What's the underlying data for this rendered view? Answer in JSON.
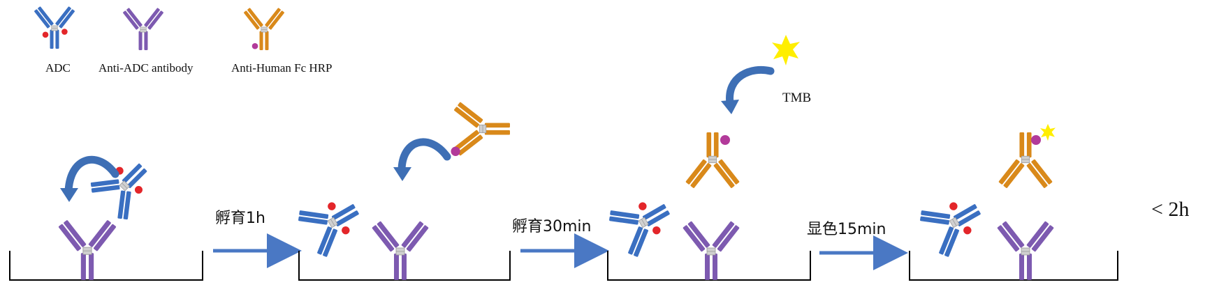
{
  "legend": {
    "adc": "ADC",
    "anti_adc": "Anti-ADC antibody",
    "anti_human": "Anti-Human  Fc HRP"
  },
  "steps": {
    "step1": "孵育1h",
    "step2": "孵育30min",
    "step3": "显色15min"
  },
  "substrate": "TMB",
  "total_time": "< 2h",
  "colors": {
    "adc": "#3a6fc1",
    "anti_adc": "#7d5ab0",
    "anti_human": "#d9891a",
    "payload": "#e3262a",
    "hrp": "#b23a9a",
    "signal": "#ffee00",
    "arrow": "#4a78c4",
    "hinge": "#cfcfcf"
  }
}
